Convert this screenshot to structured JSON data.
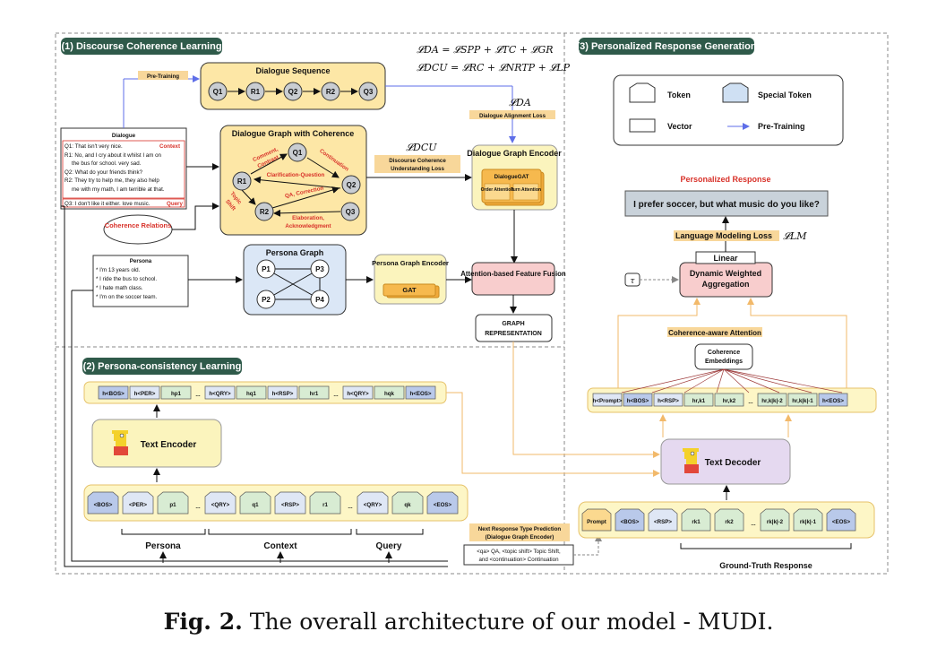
{
  "sections": {
    "s1": "(1) Discourse Coherence Learning",
    "s2": "(2) Persona-consistency Learning",
    "s3": "(3) Personalized Response Generation"
  },
  "equations": {
    "eq_da": "𝓛DA = 𝓛SPP + 𝓛TC + 𝓛GR",
    "eq_dcu": "𝓛DCU = 𝓛RC + 𝓛NRTP + 𝓛LP",
    "loss_da": "𝓛DA",
    "loss_dcu": "𝓛DCU",
    "loss_lm": "𝓛LM"
  },
  "labels": {
    "pre_training": "Pre-Training",
    "dialogue_sequence": "Dialogue Sequence",
    "dialogue_alignment_loss": "Dialogue Alignment Loss",
    "graph_with_coherence": "Dialogue Graph with Coherence",
    "discourse_loss_1": "Discourse Coherence",
    "discourse_loss_2": "Understanding Loss",
    "graph_encoder": "Dialogue Graph Encoder",
    "dialogue_gat": "DialogueGAT",
    "order_attention": "Order Attention",
    "turn_attention": "Turn Attention",
    "coherence_relations": "Coherence Relations",
    "persona_graph": "Persona Graph",
    "persona_graph_encoder": "Persona Graph Encoder",
    "gat": "GAT",
    "fusion": "Attention-based Feature Fusion",
    "graph_rep_1": "GRAPH",
    "graph_rep_2": "REPRESENTATION",
    "text_encoder": "Text Encoder",
    "text_decoder": "Text Decoder",
    "persona": "Persona",
    "context": "Context",
    "query": "Query",
    "ground_truth": "Ground-Truth Response",
    "nrtp_1": "Next Response Type Prediction",
    "nrtp_2": "(Dialogue Graph Encoder)",
    "nrtp_note_1": "<qa> QA, <topic shift> Topic Shift,",
    "nrtp_note_2": "and <continuation> Continuation",
    "personalized_response": "Personalized Response",
    "response_text": "I prefer soccer, but what music do you like?",
    "lm_loss": "Language Modeling Loss",
    "linear": "Linear",
    "dwa_1": "Dynamic Weighted",
    "dwa_2": "Aggregation",
    "tau": "τ",
    "coherence_attention": "Coherence-aware Attention",
    "coh_emb_1": "Coherence",
    "coh_emb_2": "Embeddings",
    "legend_token": "Token",
    "legend_special": "Special Token",
    "legend_vector": "Vector",
    "legend_pretrain": "Pre-Training"
  },
  "dialogue": {
    "title": "Dialogue",
    "context_tag": "Context",
    "query_tag": "Query",
    "lines": [
      "Q1: That isn't very nice.",
      "R1: No, and I cry about it whilst I am on",
      "the bus for school. very sad.",
      "Q2: What do your friends think?",
      "R2: They try to help me, they also help",
      "me with my math, I am terrible at that.",
      "Q3: I don't like it either. love music."
    ]
  },
  "persona_box": {
    "title": "Persona",
    "lines": [
      "* I'm 13 years old.",
      "* I ride the bus to school.",
      "* I hate math class.",
      "* I'm on the soccer team."
    ]
  },
  "sequence_nodes": [
    "Q1",
    "R1",
    "Q2",
    "R2",
    "Q3"
  ],
  "graph_nodes": [
    "Q1",
    "R1",
    "Q2",
    "R2",
    "Q3"
  ],
  "relations": {
    "r1": "Comment,",
    "r1b": "Contrast",
    "r2": "Continuation",
    "r3": "Clarification-Question",
    "r4": "QA, Correction",
    "r5": "Topic",
    "r5b": "Shift",
    "r6": "Elaboration,",
    "r6b": "Acknowledgment"
  },
  "persona_nodes": [
    "P1",
    "P2",
    "P3",
    "P4"
  ],
  "encoder_vectors": [
    "h<BOS>",
    "h<PER>",
    "hp1",
    "...",
    "h<QRY>",
    "hq1",
    "h<RSP>",
    "hr1",
    "...",
    "h<QRY>",
    "hqk",
    "h<EOS>"
  ],
  "encoder_tokens": [
    "<BOS>",
    "<PER>",
    "p1",
    "...",
    "<QRY>",
    "q1",
    "<RSP>",
    "r1",
    "...",
    "<QRY>",
    "qk",
    "<EOS>"
  ],
  "decoder_vectors": [
    "h<Prompt>",
    "h<BOS>",
    "h<RSP>",
    "hr,k1",
    "hr,k2",
    "...",
    "hr,k|k|-2",
    "hr,k|k|-1",
    "h<EOS>"
  ],
  "decoder_tokens": [
    "Prompt",
    "<BOS>",
    "<RSP>",
    "rk1",
    "rk2",
    "...",
    "rk|k|-2",
    "rk|k|-1",
    "<EOS>"
  ],
  "caption": {
    "label": "Fig. 2.",
    "text": "The overall architecture of our model - MUDI."
  }
}
